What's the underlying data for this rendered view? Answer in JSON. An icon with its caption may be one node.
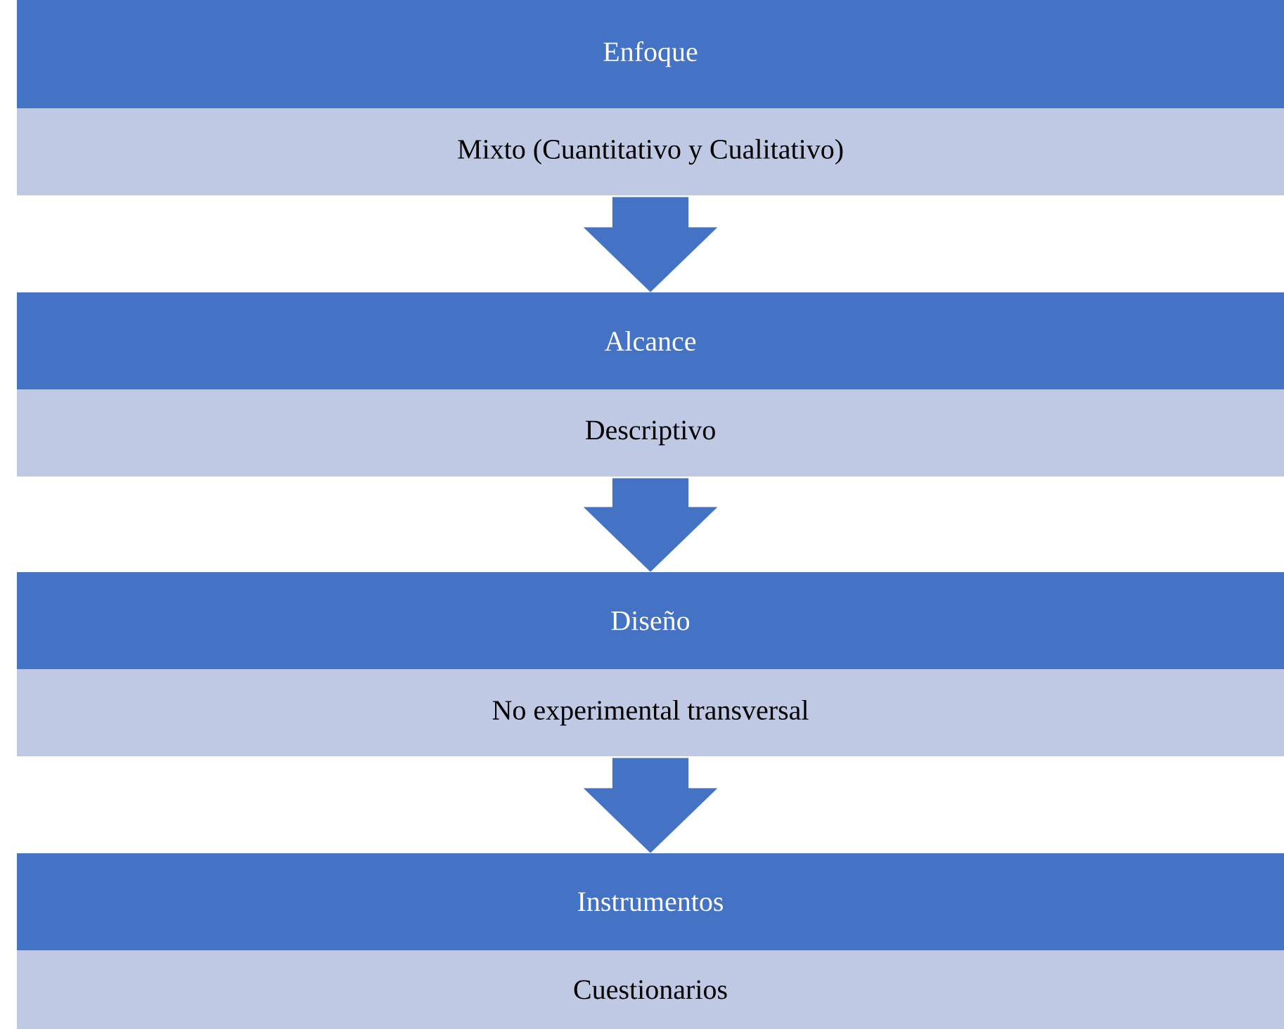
{
  "diagram": {
    "nodes": [
      {
        "text": [
          "Enfoque"
        ]
      },
      {
        "text": [
          "Mixto (Cuantitativo y Cualitativo)"
        ]
      },
      {
        "text": [
          "Alcance"
        ]
      },
      {
        "text": [
          "Descriptivo"
        ]
      },
      {
        "text": [
          "Diseño"
        ]
      },
      {
        "text": [
          "No experimental transversal"
        ]
      },
      {
        "text": [
          "Instrumentos"
        ]
      },
      {
        "text": [
          "Cuestionarios"
        ]
      }
    ],
    "edges": [
      {
        "from": 1,
        "to": 2,
        "arrow": "to"
      },
      {
        "from": 3,
        "to": 4,
        "arrow": "to"
      },
      {
        "from": 5,
        "to": 6,
        "arrow": "to"
      }
    ]
  }
}
